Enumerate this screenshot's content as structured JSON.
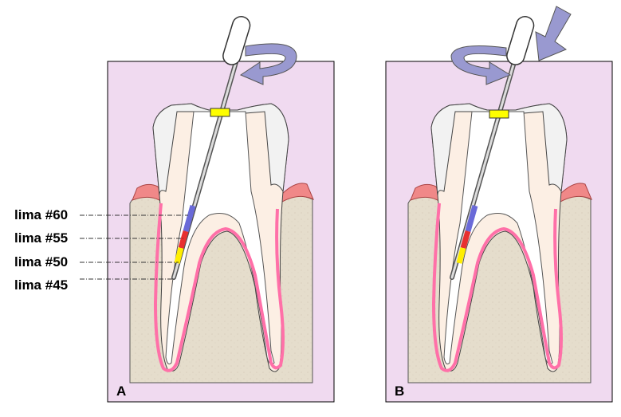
{
  "panels": [
    {
      "letter": "A"
    },
    {
      "letter": "B"
    }
  ],
  "file_labels": [
    "lima #60",
    "lima #55",
    "lima #50",
    "lima #45"
  ],
  "colors": {
    "panel_bg": "#f0daf0",
    "bone": "#e5ddcc",
    "gum": "#f08888",
    "crown": "#f0f0f0",
    "dentin": "#fcefe4",
    "canal_outline": "#ff70a8",
    "canal": "#ffffff",
    "stopper": "#ffff00",
    "file_band_60": "#6a6ad8",
    "file_band_55": "#e83030",
    "file_band_50": "#ffee00",
    "arrow": "#9999d0"
  },
  "icons": [
    "rotation-arrow-icon",
    "push-down-arrow-icon"
  ]
}
